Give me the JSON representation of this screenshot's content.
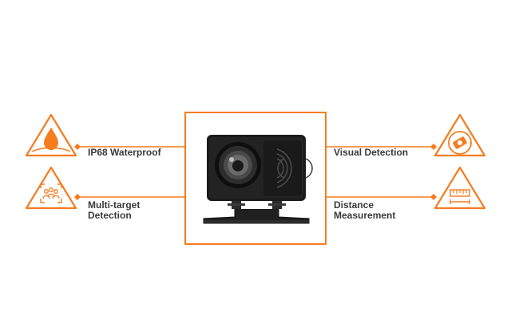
{
  "colors": {
    "accent": "#f57c1f",
    "text": "#3a3a3a",
    "device": "#1c1c1c"
  },
  "features": [
    {
      "id": "waterproof",
      "lines": [
        "IP68 Waterproof"
      ],
      "icon": "water-drop-icon"
    },
    {
      "id": "multi-target",
      "lines": [
        "Multi-target",
        "Detection"
      ],
      "icon": "people-group-icon"
    },
    {
      "id": "visual",
      "lines": [
        "Visual Detection"
      ],
      "icon": "camera-eye-icon"
    },
    {
      "id": "distance",
      "lines": [
        "Distance",
        "Measurement"
      ],
      "icon": "ruler-measure-icon"
    }
  ],
  "device": {
    "name": "radar-camera-image"
  }
}
